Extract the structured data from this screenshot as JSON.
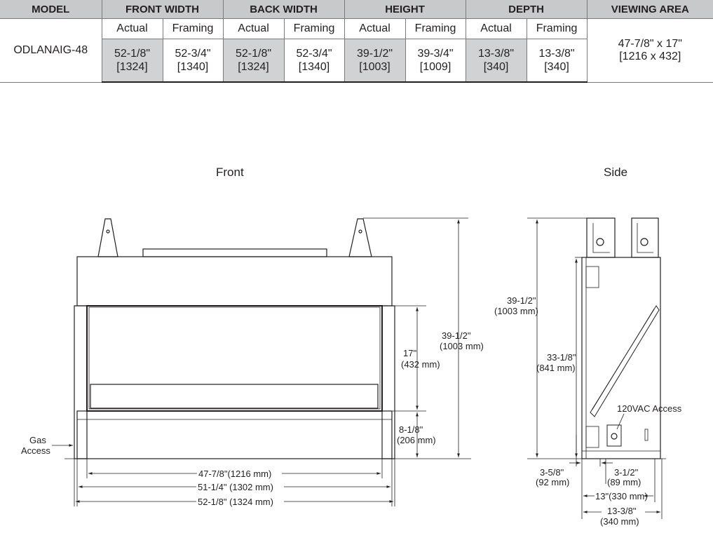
{
  "table": {
    "headers": [
      "MODEL",
      "FRONT WIDTH",
      "BACK WIDTH",
      "HEIGHT",
      "DEPTH",
      "VIEWING AREA"
    ],
    "sub": [
      "Actual",
      "Framing",
      "Actual",
      "Framing",
      "Actual",
      "Framing",
      "Actual",
      "Framing"
    ],
    "model": "ODLANAIG-48",
    "values": [
      {
        "in": "52-1/8\"",
        "mm": "[1324]"
      },
      {
        "in": "52-3/4\"",
        "mm": "[1340]"
      },
      {
        "in": "52-1/8\"",
        "mm": "[1324]"
      },
      {
        "in": "52-3/4\"",
        "mm": "[1340]"
      },
      {
        "in": "39-1/2\"",
        "mm": "[1003]"
      },
      {
        "in": "39-3/4\"",
        "mm": "[1009]"
      },
      {
        "in": "13-3/8\"",
        "mm": "[340]"
      },
      {
        "in": "13-3/8\"",
        "mm": "[340]"
      }
    ],
    "viewing": {
      "l1": "47-7/8\" x 17\"",
      "l2": "[1216 x 432]"
    }
  },
  "front": {
    "title": "Front",
    "height_in": "39-1/2\"",
    "height_mm": "(1003 mm)",
    "view_h_in": "17\"",
    "view_h_mm": "(432 mm)",
    "base_in": "8-1/8\"",
    "base_mm": "(206 mm)",
    "gas_1": "Gas",
    "gas_2": "Access",
    "w1": "47-7/8\"(1216 mm)",
    "w2": "51-1/4\" (1302 mm)",
    "w3": "52-1/8\" (1324 mm)"
  },
  "side": {
    "title": "Side",
    "h_in": "39-1/2\"",
    "h_mm": "(1003 mm)",
    "h2_in": "33-1/8\"",
    "h2_mm": "(841 mm)",
    "vac": "120VAC Access",
    "d1_in": "3-5/8\"",
    "d1_mm": "(92 mm)",
    "d2_in": "3-1/2\"",
    "d2_mm": "(89 mm)",
    "d3": "13\"(330 mm)",
    "d4_in": "13-3/8\"",
    "d4_mm": "(340 mm)"
  }
}
